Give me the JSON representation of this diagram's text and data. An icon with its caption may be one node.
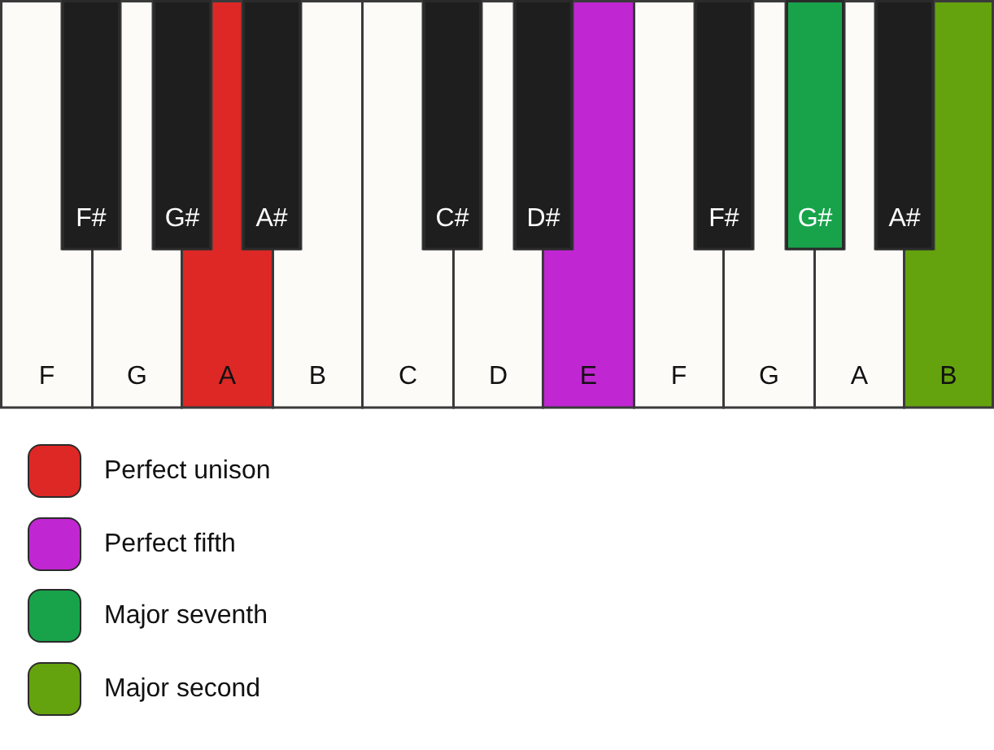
{
  "diagram": {
    "nodes": [
      {
        "text": [
          "F"
        ]
      },
      {
        "text": [
          "F#"
        ]
      },
      {
        "text": [
          "G"
        ]
      },
      {
        "text": [
          "G#"
        ]
      },
      {
        "text": [
          "A"
        ]
      },
      {
        "text": [
          "A#"
        ]
      },
      {
        "text": [
          "B"
        ]
      },
      {
        "text": [
          "C"
        ]
      },
      {
        "text": [
          "C#"
        ]
      },
      {
        "text": [
          "D"
        ]
      },
      {
        "text": [
          "D#"
        ]
      },
      {
        "text": [
          "E"
        ]
      },
      {
        "text": [
          "F"
        ]
      },
      {
        "text": [
          "F#"
        ]
      },
      {
        "text": [
          "G"
        ]
      },
      {
        "text": [
          "G#"
        ]
      },
      {
        "text": [
          "A"
        ]
      },
      {
        "text": [
          "A#"
        ]
      },
      {
        "text": [
          "B"
        ]
      }
    ],
    "legend": [
      {
        "text": "Perfect unison",
        "color": "#dd2826"
      },
      {
        "text": "Perfect fifth",
        "color": "#c126d3"
      },
      {
        "text": "Major seventh",
        "color": "#18a34b"
      },
      {
        "text": "Major second",
        "color": "#65a30e"
      }
    ]
  }
}
